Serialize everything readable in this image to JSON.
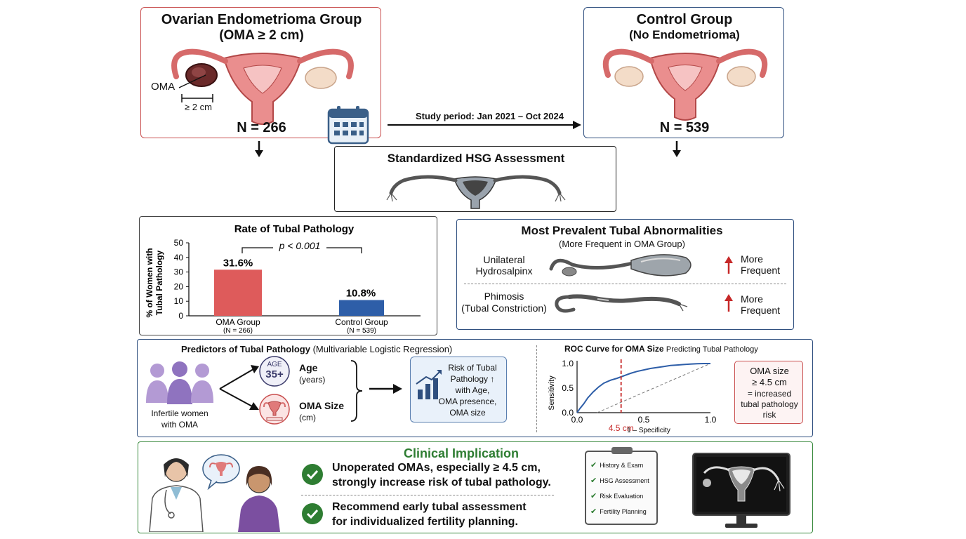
{
  "oma_group": {
    "title": "Ovarian Endometrioma Group",
    "subtitle": "(OMA ≥ 2 cm)",
    "oma_label": "OMA",
    "size_label": "≥ 2 cm",
    "n": "N = 266"
  },
  "control_group": {
    "title": "Control Group",
    "subtitle": "(No Endometrioma)",
    "n": "N = 539"
  },
  "study_period": "Study period:  Jan 2021 – Oct 2024",
  "hsg": {
    "title": "Standardized HSG Assessment"
  },
  "rate_chart": {
    "title": "Rate of Tubal Pathology",
    "ylabel_line1": "% of Women with",
    "ylabel_line2": "Tubal Pathology",
    "p_value": "p < 0.001",
    "bar1_label": "31.6%",
    "bar2_label": "10.8%",
    "cat1": "OMA Group",
    "cat1_n": "(N = 266)",
    "cat2": "Control Group",
    "cat2_n": "(N = 539)",
    "ticks": [
      "0",
      "10",
      "20",
      "30",
      "40",
      "50"
    ]
  },
  "chart_data": [
    {
      "type": "bar",
      "title": "Rate of Tubal Pathology",
      "categories": [
        "OMA Group",
        "Control Group"
      ],
      "values": [
        31.6,
        10.8
      ],
      "ylabel": "% of Women with Tubal Pathology",
      "ylim": [
        0,
        50
      ],
      "colors": [
        "#de5b5b",
        "#2e5ea8"
      ],
      "annotation": "p < 0.001"
    },
    {
      "type": "line",
      "title": "ROC Curve for OMA Size Predicting Tubal Pathology",
      "xlabel": "1 – Specificity",
      "ylabel": "Sensitivity",
      "xlim": [
        0,
        1
      ],
      "ylim": [
        0,
        1
      ],
      "x": [
        0,
        0.02,
        0.05,
        0.08,
        0.12,
        0.16,
        0.2,
        0.25,
        0.3,
        0.35,
        0.4,
        0.45,
        0.5,
        0.55,
        0.6,
        0.65,
        0.7,
        0.75,
        0.8,
        0.85,
        0.9,
        0.95,
        1.0
      ],
      "y": [
        0,
        0.08,
        0.18,
        0.3,
        0.42,
        0.52,
        0.6,
        0.66,
        0.7,
        0.75,
        0.8,
        0.84,
        0.87,
        0.9,
        0.92,
        0.94,
        0.96,
        0.97,
        0.98,
        0.99,
        0.995,
        1.0,
        1.0
      ],
      "cutoff_x": 0.33,
      "cutoff_label": "4.5 cm"
    }
  ],
  "abnormalities": {
    "title": "Most Prevalent Tubal Abnormalities",
    "subtitle": "(More Frequent in OMA Group)",
    "row1_label1": "Unilateral",
    "row1_label2": "Hydrosalpinx",
    "row2_label1": "Phimosis",
    "row2_label2": "(Tubal Constriction)",
    "more1": "More",
    "freq": "Frequent"
  },
  "predictors": {
    "title": "Predictors of Tubal Pathology",
    "title_suffix": "(Multivariable Logistic Regression)",
    "women_line1": "Infertile women",
    "women_line2": "with OMA",
    "age_badge1": "AGE",
    "age_badge2": "35+",
    "age_label": "Age",
    "age_units": "(years)",
    "size_label": "OMA Size",
    "size_units": "(cm)",
    "risk_line1": "Risk of Tubal",
    "risk_line2": "Pathology ↑",
    "risk_line3": "with Age,",
    "risk_line4": "OMA presence,",
    "risk_line5": "OMA size"
  },
  "roc": {
    "title": "ROC Curve for OMA Size",
    "title_suffix": "Predicting Tubal Pathology",
    "ylabel": "Sensitivity",
    "xlabel": "1 – Specificity",
    "cutoff_label": "4.5 cm",
    "yticks": [
      "0.0",
      "0.5",
      "1.0"
    ],
    "xticks": [
      "0.0",
      "0.5",
      "1.0"
    ],
    "note1": "OMA size",
    "note2": "≥ 4.5 cm",
    "note3": "= increased",
    "note4": "tubal pathology",
    "note5": "risk"
  },
  "clinical": {
    "title": "Clinical Implication",
    "point1_line1": "Unoperated OMAs, especially ≥ 4.5 cm,",
    "point1_line2": "strongly increase risk of tubal pathology.",
    "point2_line1": "Recommend early tubal assessment",
    "point2_line2": "for individualized fertility planning.",
    "checklist": [
      "History & Exam",
      "HSG Assessment",
      "Risk Evaluation",
      "Fertility Planning"
    ]
  },
  "colors": {
    "oma_red": "#c94f4f",
    "control_blue": "#2f4f7f",
    "bar_red": "#de5b5b",
    "bar_blue": "#2e5ea8",
    "green": "#2e7d32",
    "arrow_red": "#c62828"
  }
}
